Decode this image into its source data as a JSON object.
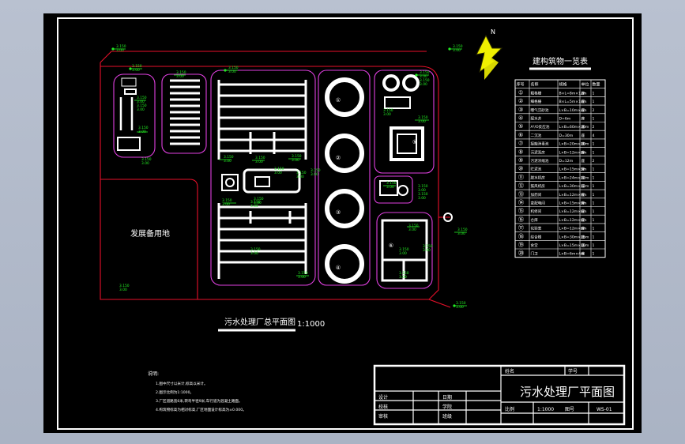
{
  "drawing": {
    "plan_title": "污水处理厂总平面图",
    "scale": "1:1000",
    "reserve_area_label": "发展备用地",
    "north_symbol": "N",
    "colors": {
      "background": "#000000",
      "boundary": "#e8102a",
      "structure": "#e040e0",
      "annotation": "#22ee22",
      "north_arrow": "#f0f000",
      "line": "#ffffff"
    }
  },
  "structure_table": {
    "title": "建构筑物一览表",
    "headers": [
      "序号",
      "名称",
      "规格",
      "单位",
      "数量"
    ],
    "rows": [
      {
        "no": "①",
        "name": "粗格栅",
        "spec": "B×L=8m×12m",
        "unit": "座",
        "qty": "1"
      },
      {
        "no": "②",
        "name": "细格栅",
        "spec": "B×L=5m×10m",
        "unit": "座",
        "qty": "1"
      },
      {
        "no": "③",
        "name": "曝气沉砂池",
        "spec": "L×B=10m×4m",
        "unit": "座",
        "qty": "2"
      },
      {
        "no": "④",
        "name": "配水井",
        "spec": "D=6m",
        "unit": "座",
        "qty": "1"
      },
      {
        "no": "⑤",
        "name": "A²/O反应池",
        "spec": "L×B=60m×30m",
        "unit": "座",
        "qty": "2"
      },
      {
        "no": "⑥",
        "name": "二沉池",
        "spec": "D=30m",
        "unit": "座",
        "qty": "4"
      },
      {
        "no": "⑦",
        "name": "接触消毒池",
        "spec": "L×B=20m×10m",
        "unit": "座",
        "qty": "1"
      },
      {
        "no": "⑧",
        "name": "污泥泵房",
        "spec": "L×B=12m×8m",
        "unit": "座",
        "qty": "1"
      },
      {
        "no": "⑨",
        "name": "污泥浓缩池",
        "spec": "D=12m",
        "unit": "座",
        "qty": "2"
      },
      {
        "no": "⑩",
        "name": "贮泥池",
        "spec": "L×B=15m×5m",
        "unit": "座",
        "qty": "1"
      },
      {
        "no": "⑪",
        "name": "脱水机房",
        "spec": "L×B=24m×12m",
        "unit": "座",
        "qty": "1"
      },
      {
        "no": "⑫",
        "name": "鼓风机房",
        "spec": "L×B=30m×12m",
        "unit": "座",
        "qty": "1"
      },
      {
        "no": "⑬",
        "name": "加药间",
        "spec": "L×B=12m×9m",
        "unit": "座",
        "qty": "1"
      },
      {
        "no": "⑭",
        "name": "变配电间",
        "spec": "L×B=15m×9m",
        "unit": "座",
        "qty": "1"
      },
      {
        "no": "⑮",
        "name": "机修间",
        "spec": "L×B=12m×6m",
        "unit": "座",
        "qty": "1"
      },
      {
        "no": "⑯",
        "name": "仓库",
        "spec": "L×B=12m×6m",
        "unit": "座",
        "qty": "1"
      },
      {
        "no": "⑰",
        "name": "化验室",
        "spec": "L×B=12m×6m",
        "unit": "座",
        "qty": "1"
      },
      {
        "no": "⑱",
        "name": "综合楼",
        "spec": "L×B=30m×15m",
        "unit": "座",
        "qty": "1"
      },
      {
        "no": "⑲",
        "name": "食堂",
        "spec": "L×B=15m×10m",
        "unit": "座",
        "qty": "1"
      },
      {
        "no": "⑳",
        "name": "门卫",
        "spec": "L×B=6m×4m",
        "unit": "座",
        "qty": "1"
      }
    ]
  },
  "notes": {
    "title": "说明:",
    "lines": [
      "1.图中尺寸以米计,标高以米计。",
      "2.图示比例为1:1000。",
      "3.厂区道路宽6米,转弯半径9米,车行道为混凝土路面。",
      "4.构筑物标高为相对标高,厂区地面设计标高为±0.000。"
    ]
  },
  "title_block": {
    "drawing_name": "污水处理厂平面图",
    "cells": {
      "design": "设计",
      "check": "校核",
      "approve": "审核",
      "scale_label": "比例",
      "scale_value": "1:1000",
      "sheet": "图号",
      "drawing_no": "WS-01",
      "date": "日期",
      "school": "学院",
      "class": "班级",
      "name": "姓名",
      "student_no": "学号"
    }
  },
  "elevations": [
    "3.150,3.00",
    "3.150,3.00",
    "3.150,3.00",
    "3.150,3.00",
    "3.150,3.00",
    "3.150,3.00",
    "3.150,3.00",
    "3.150,3.00",
    "3.150,3.00",
    "3.150,3.00",
    "3.150,3.00",
    "3.150,3.00",
    "3.150,3.00",
    "3.150,3.00",
    "3.150,3.00",
    "3.150,3.00",
    "3.150,3.00",
    "3.150,3.00",
    "3.150,3.00",
    "3.150,3.00",
    "3.150,3.00",
    "3.150,3.00",
    "3.150,3.00",
    "3.150,3.00",
    "3.150,3.00",
    "3.150,3.00",
    "3.150,3.00",
    "3.150,3.00",
    "3.150,3.00",
    "3.150,3.00",
    "3.150,3.00",
    "3.150,3.00",
    "3.150,3.00",
    "3.150,3.00"
  ]
}
